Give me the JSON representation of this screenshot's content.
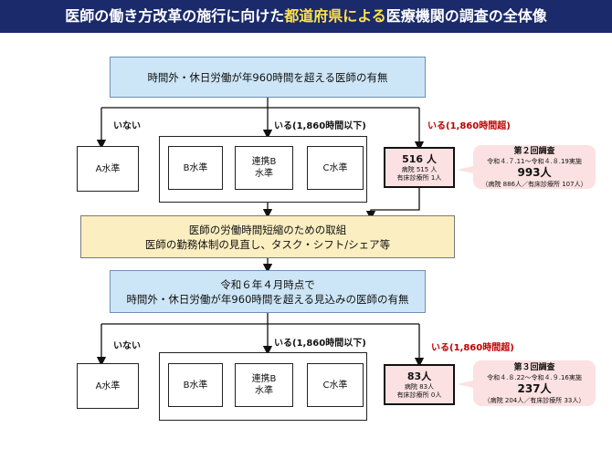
{
  "title": {
    "before": "医師の働き方改革の施行に向けた",
    "highlight": "都道府県による",
    "after": "医療機関の調査の全体像"
  },
  "top_question": "時間外・休日労働が年960時間を超える医師の有無",
  "branch1": {
    "none_label": "いない",
    "under_label": "いる(1,860時間以下)",
    "over_label": "いる(1,860時間超)",
    "a_level": "A水準",
    "b_level": "B水準",
    "renkei_b_line1": "連携B",
    "renkei_b_line2": "水準",
    "c_level": "C水準",
    "count_total": "516 人",
    "count_hospital": "病院 515 人",
    "count_clinic": "有床診療所 1人"
  },
  "survey2": {
    "title": "第２回調査",
    "period": "令和４.７.11～令和４.８.19実施",
    "total": "993人",
    "breakdown": "（病院 886人／有床診療所 107人）"
  },
  "measures": {
    "line1": "医師の労働時間短縮のための取組",
    "line2": "医師の勤務体制の見直し、タスク・シフト/シェア等"
  },
  "second_question": {
    "line1": "令和６年４月時点で",
    "line2": "時間外・休日労働が年960時間を超える見込みの医師の有無"
  },
  "branch2": {
    "none_label": "いない",
    "under_label": "いる(1,860時間以下)",
    "over_label": "いる(1,860時間超)",
    "a_level": "A水準",
    "b_level": "B水準",
    "renkei_b_line1": "連携B",
    "renkei_b_line2": "水準",
    "c_level": "C水準",
    "count_total": "83人",
    "count_hospital": "病院 83人",
    "count_clinic": "有床診療所 0人"
  },
  "survey3": {
    "title": "第３回調査",
    "period": "令和４.８.22～令和４.９.16実施",
    "total": "237人",
    "breakdown": "（病院 204人／有床診療所 33人）"
  },
  "colors": {
    "title_bg": "#1a2a6b",
    "title_highlight": "#ffe14a",
    "blue_box": "#cde6f7",
    "yellow_box": "#fbeec0",
    "pink": "#fbe1e1",
    "red_text": "#c00000"
  }
}
